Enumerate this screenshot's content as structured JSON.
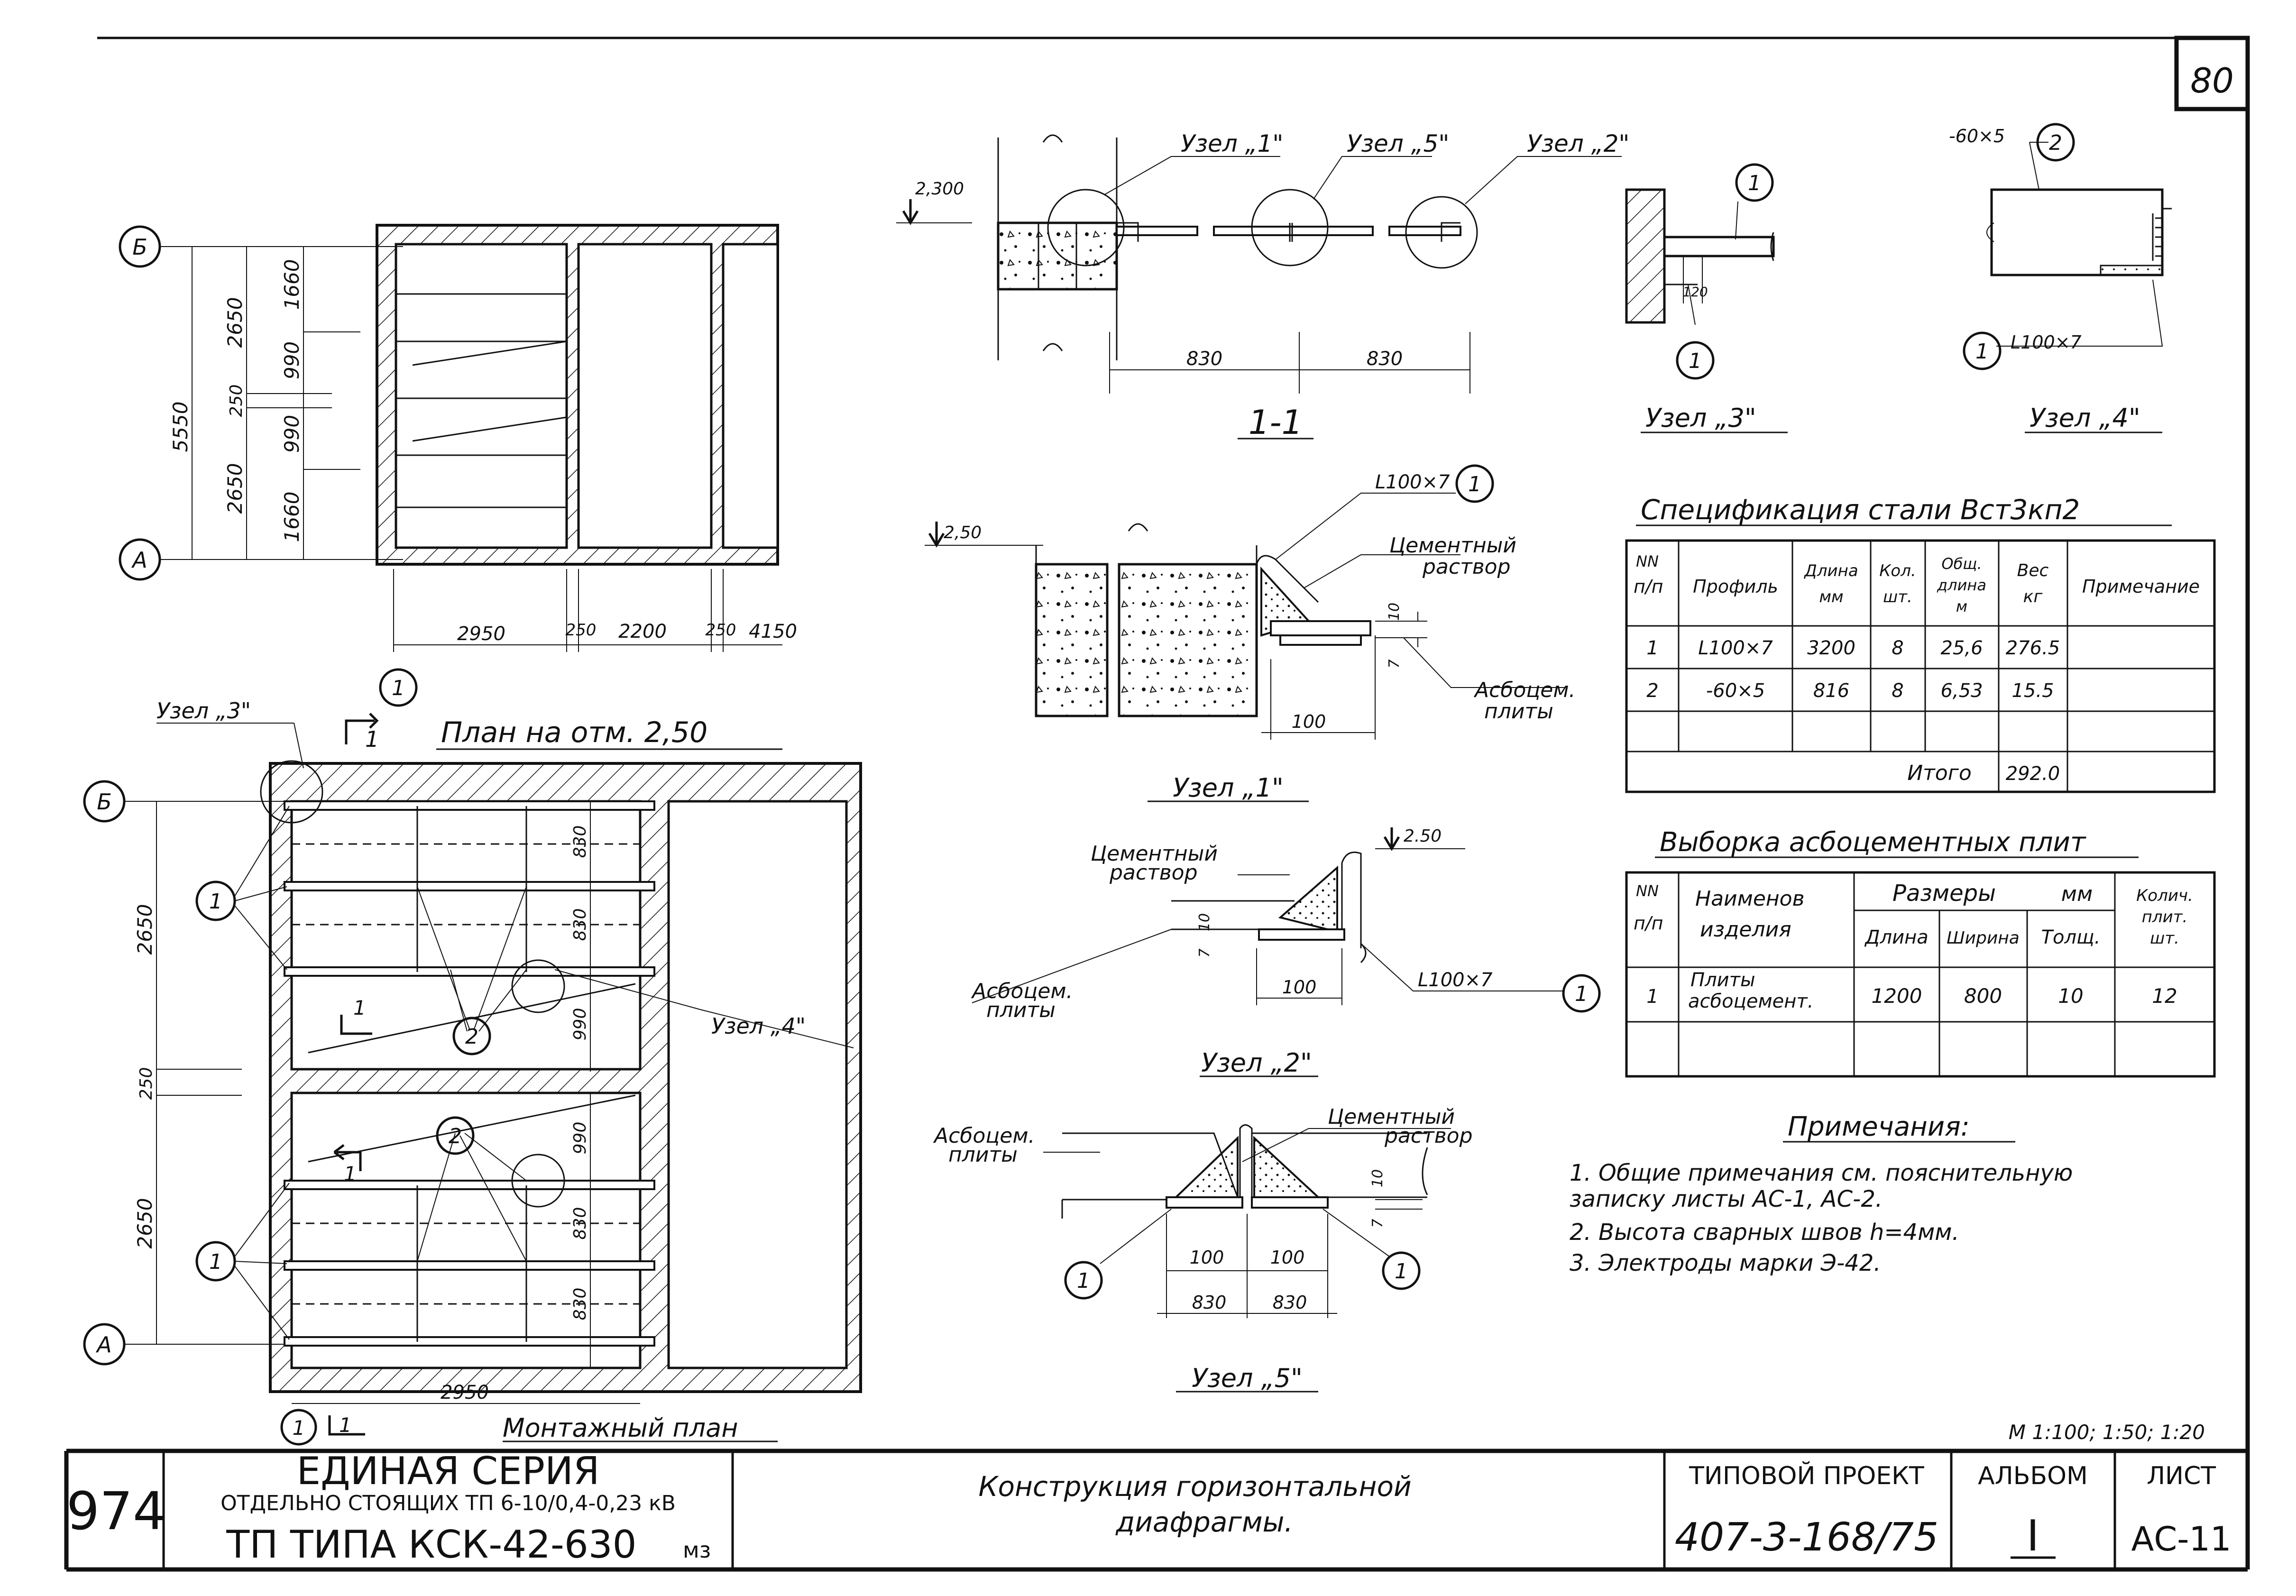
{
  "page_number": "80",
  "nodes": {
    "u1": "Узел „1\"",
    "u2": "Узел „2\"",
    "u3": "Узел „3\"",
    "u4": "Узел „4\"",
    "u5": "Узел „5\""
  },
  "section_title": "1-1",
  "labels": {
    "angle": "L100×7",
    "strip": "-60×5",
    "cement_1": "Цементный",
    "cement_2": "раствор",
    "asbest_1": "Асбоцем.",
    "asbest_2": "плиты",
    "plan_title": "План на отм. 2,50",
    "mount_title": "Монтажный план",
    "mark_250": "2,50",
    "mark_2300": "2,300",
    "mark_250b": "2.50",
    "axis_b": "Б",
    "axis_a": "А",
    "pos1": "1",
    "pos2": "2",
    "sec1": "1"
  },
  "dims": {
    "d5550": "5550",
    "d2650": "2650",
    "d250": "250",
    "d1660": "1660",
    "d990": "990",
    "d2950": "2950",
    "d2200": "2200",
    "d4150": "4150",
    "d830": "830",
    "d100": "100",
    "d10": "10",
    "d7": "7",
    "d120": "120"
  },
  "spec": {
    "title": "Спецификация стали Вст3кп2",
    "headers": [
      "NN п/п",
      "Профиль",
      "Длина мм",
      "Кол. шт.",
      "Общ. длина м",
      "Вес кг",
      "Примечание"
    ],
    "rows": [
      [
        "1",
        "L100×7",
        "3200",
        "8",
        "25,6",
        "276.5",
        ""
      ],
      [
        "2",
        "-60×5",
        "816",
        "8",
        "6,53",
        "15.5",
        ""
      ]
    ],
    "total_label": "Итого",
    "total_value": "292.0"
  },
  "asb": {
    "title": "Выборка асбоцементных плит",
    "h_nn": "NN п/п",
    "h_name": "Наименов изделия",
    "h_dims": "Размеры мм",
    "h_len": "Длина",
    "h_wid": "Ширина",
    "h_thk": "Толщ.",
    "h_qty": "Колич. плит. шт.",
    "row": [
      "1",
      "Плиты асбоцемент.",
      "1200",
      "800",
      "10",
      "12"
    ]
  },
  "notes": {
    "title": "Примечания:",
    "n1a": "1. Общие примечания см. пояснительную",
    "n1b": "записку листы АС-1, АС-2.",
    "n2": "2. Высота сварных швов h=4мм.",
    "n3": "3. Электроды марки Э-42."
  },
  "scale": "М 1:100; 1:50; 1:20",
  "title_block": {
    "code": "974",
    "series": "ЕДИНАЯ СЕРИЯ",
    "series_sub": "ОТДЕЛЬНО СТОЯЩИХ ТП 6-10/0,4-0,23 кВ",
    "tp_type": "ТП ТИПА КСК-42-630",
    "tp_unit": "мз",
    "title": "Конструкция горизонтальной",
    "title2": "диафрагмы.",
    "proj_label": "ТИПОВОЙ ПРОЕКТ",
    "proj_value": "407-3-168/75",
    "album_label": "АЛЬБОМ",
    "album_value": "I",
    "sheet_label": "ЛИСТ",
    "sheet_value": "АС-11"
  }
}
